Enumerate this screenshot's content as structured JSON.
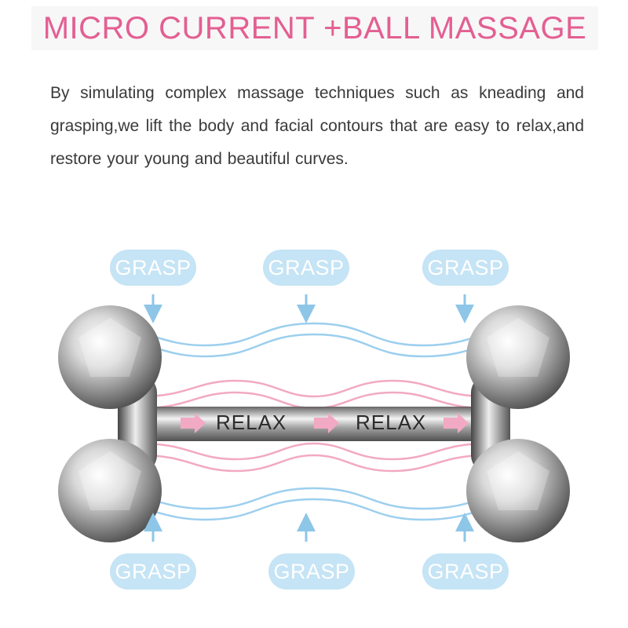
{
  "header": {
    "title": "MICRO CURRENT +BALL MASSAGE"
  },
  "description": "By simulating complex massage techniques such as kneading and grasping,we lift the body and facial contours that are easy to relax,and restore your young and beautiful curves.",
  "diagram": {
    "top_labels": [
      "GRASP",
      "GRASP",
      "GRASP"
    ],
    "bottom_labels": [
      "GRASP",
      "GRASP",
      "GRASP"
    ],
    "middle_labels": [
      "RELAX",
      "RELAX"
    ]
  },
  "colors": {
    "title": "#e35f92",
    "grasp_pill": "#c5e4f5",
    "blue_wave": "#9ccfee",
    "pink_wave": "#f2a9c3"
  }
}
